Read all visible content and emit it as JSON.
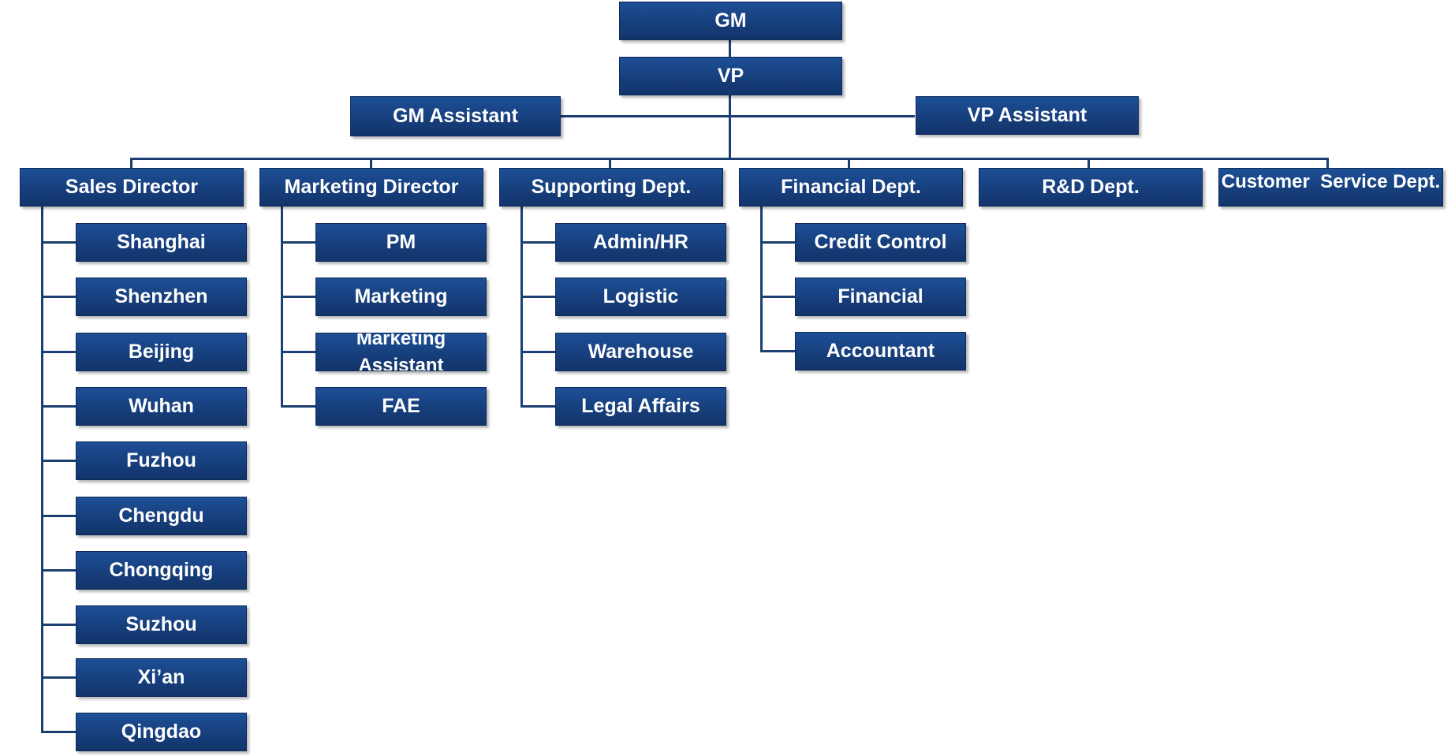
{
  "top": {
    "gm": "GM",
    "vp": "VP",
    "gm_assistant": "GM Assistant",
    "vp_assistant": "VP Assistant"
  },
  "departments": [
    {
      "label": "Sales Director",
      "children": [
        "Shanghai",
        "Shenzhen",
        "Beijing",
        "Wuhan",
        "Fuzhou",
        "Chengdu",
        "Chongqing",
        "Suzhou",
        "Xi’an",
        "Qingdao"
      ]
    },
    {
      "label": "Marketing Director",
      "children": [
        "PM",
        "Marketing",
        "Marketing Assistant",
        "FAE"
      ]
    },
    {
      "label": "Supporting Dept.",
      "children": [
        "Admin/HR",
        "Logistic",
        "Warehouse",
        "Legal Affairs"
      ]
    },
    {
      "label": "Financial Dept.",
      "children": [
        "Credit Control",
        "Financial",
        "Accountant"
      ]
    },
    {
      "label": "R&D Dept.",
      "children": []
    },
    {
      "label": "Customer  Service Dept.",
      "children": []
    }
  ],
  "colors": {
    "box_fill": "#173f7d",
    "connector": "#1b3e73",
    "text": "#ffffff"
  }
}
